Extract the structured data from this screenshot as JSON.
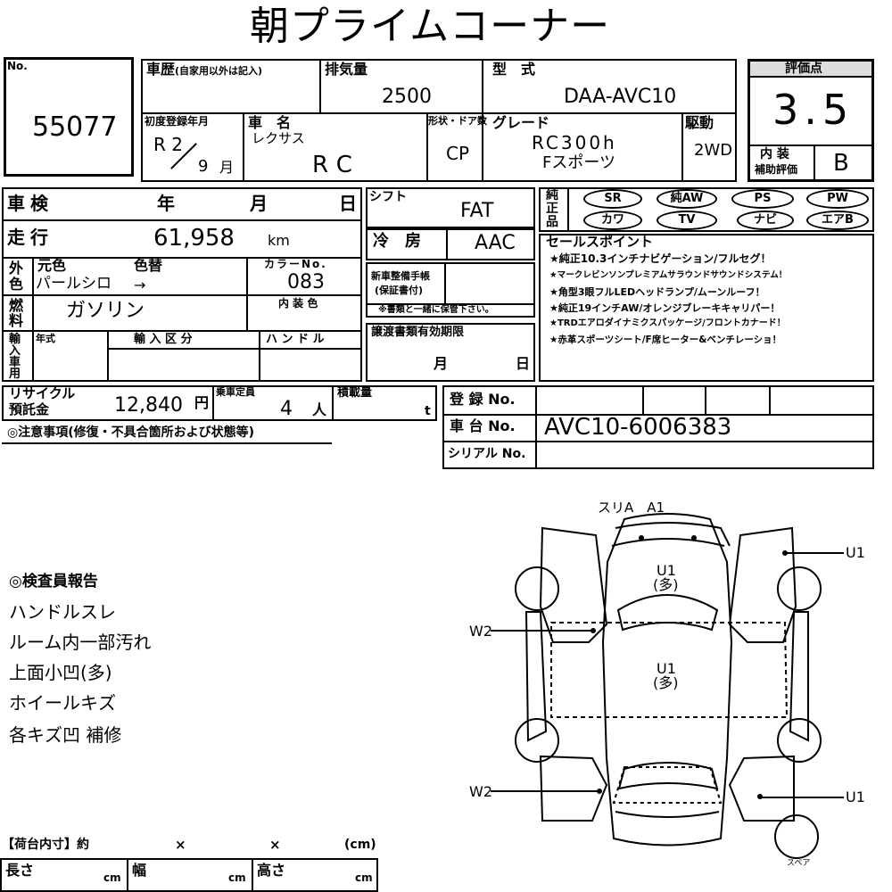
{
  "title": "朝プライムコーナー",
  "no_label": "No.",
  "no_value": "55077",
  "history_label": "車歴",
  "history_note": "(自家用以外は記入)",
  "displacement_label": "排気量",
  "displacement": "2500",
  "model_label": "型　式",
  "model": "DAA-AVC10",
  "grade_score_label": "評価点",
  "grade_score": "3.5",
  "interior_label": "内 装",
  "interior_sub": "補助評価",
  "interior_grade": "B",
  "first_reg_label": "初度登録年月",
  "first_reg_era": "R 2",
  "first_reg_month": "9",
  "month_unit": "月",
  "car_name_label": "車　名",
  "maker": "レクサス",
  "car_name": "RC",
  "shape_label": "形状・ドア数",
  "shape": "CP",
  "grade_label": "グレード",
  "grade_line1": "RC300h",
  "grade_line2": "Fスポーツ",
  "drive_label": "駆動",
  "drive": "2WD",
  "inspection_label": "車検",
  "year_label": "年",
  "month_label": "月",
  "day_label": "日",
  "shift_label": "シフト",
  "shift": "FAT",
  "mileage_label": "走行",
  "mileage": "61,958",
  "km_unit": "km",
  "ac_label": "冷　房",
  "ac": "AAC",
  "color_side_label": "外色",
  "orig_color_label": "元色",
  "color_change_label": "色替",
  "orig_color": "パールシロ",
  "arrow": "→",
  "color_no_label": "カラーNo.",
  "color_no": "083",
  "maint_label1": "新車整備手帳",
  "maint_label2": "(保証書付)",
  "maint_note": "※書類と一緒に保管下さい。",
  "fuel_label": "燃料",
  "fuel": "ガソリン",
  "interior_color_label": "内 装 色",
  "import_label": "輸入車用",
  "import_year_label": "年式",
  "import_cat_label": "輸 入 区 分",
  "handle_label": "ハ ン ド ル",
  "transfer_label": "譲渡書類有効期限",
  "recycle_label1": "リサイクル",
  "recycle_label2": "預託金",
  "recycle_value": "12,840",
  "yen_unit": "円",
  "capacity_label": "乗車定員",
  "capacity": "4",
  "person_unit": "人",
  "load_label": "積載量",
  "ton_unit": "t",
  "caution_label": "◎注意事項(修復・不具合箇所および状態等)",
  "reg_no_label": "登 録 No.",
  "chassis_label": "車 台 No.",
  "chassis": "AVC10-6006383",
  "serial_label": "シリアル No.",
  "equipment_label": "純正品",
  "equipment": [
    "SR",
    "純AW",
    "PS",
    "PW",
    "カワ",
    "TV",
    "ナビ",
    "エアB"
  ],
  "sales_label": "セールスポイント",
  "sales_points": [
    "★純正10.3インチナビゲーション/フルセグ！",
    "★マークレビンソンプレミアムサラウンドサウンドシステム！",
    "★角型3眼フルLEDヘッドランプ/ムーンルーフ！",
    "★純正19インチAW/オレンジブレーキキャリパー！",
    "★TRDエアロダイナミクスパッケージ/フロントカナード！",
    "★赤革スポーツシート/F席ヒーター&ベンチレーショ！"
  ],
  "inspector_label": "◎検査員報告",
  "inspector_notes": [
    "ハンドルスレ",
    "ルーム内一部汚れ",
    "上面小凹(多)",
    "ホイールキズ",
    "各キズ凹 補修"
  ],
  "diagram": {
    "top_label": "スリA　A1",
    "roof_mark": "U1",
    "roof_sub": "(多)",
    "body_mark": "U1",
    "body_sub": "(多)",
    "right_front": "U1",
    "left_mid": "W2",
    "left_rear": "W2",
    "right_rear": "U1",
    "spare": "スペア"
  },
  "cargo_label": "【荷台内寸】約",
  "times": "×",
  "cm_paren": "(cm)",
  "length_label": "長さ",
  "width_label": "幅",
  "height_label": "高さ",
  "cm": "cm"
}
